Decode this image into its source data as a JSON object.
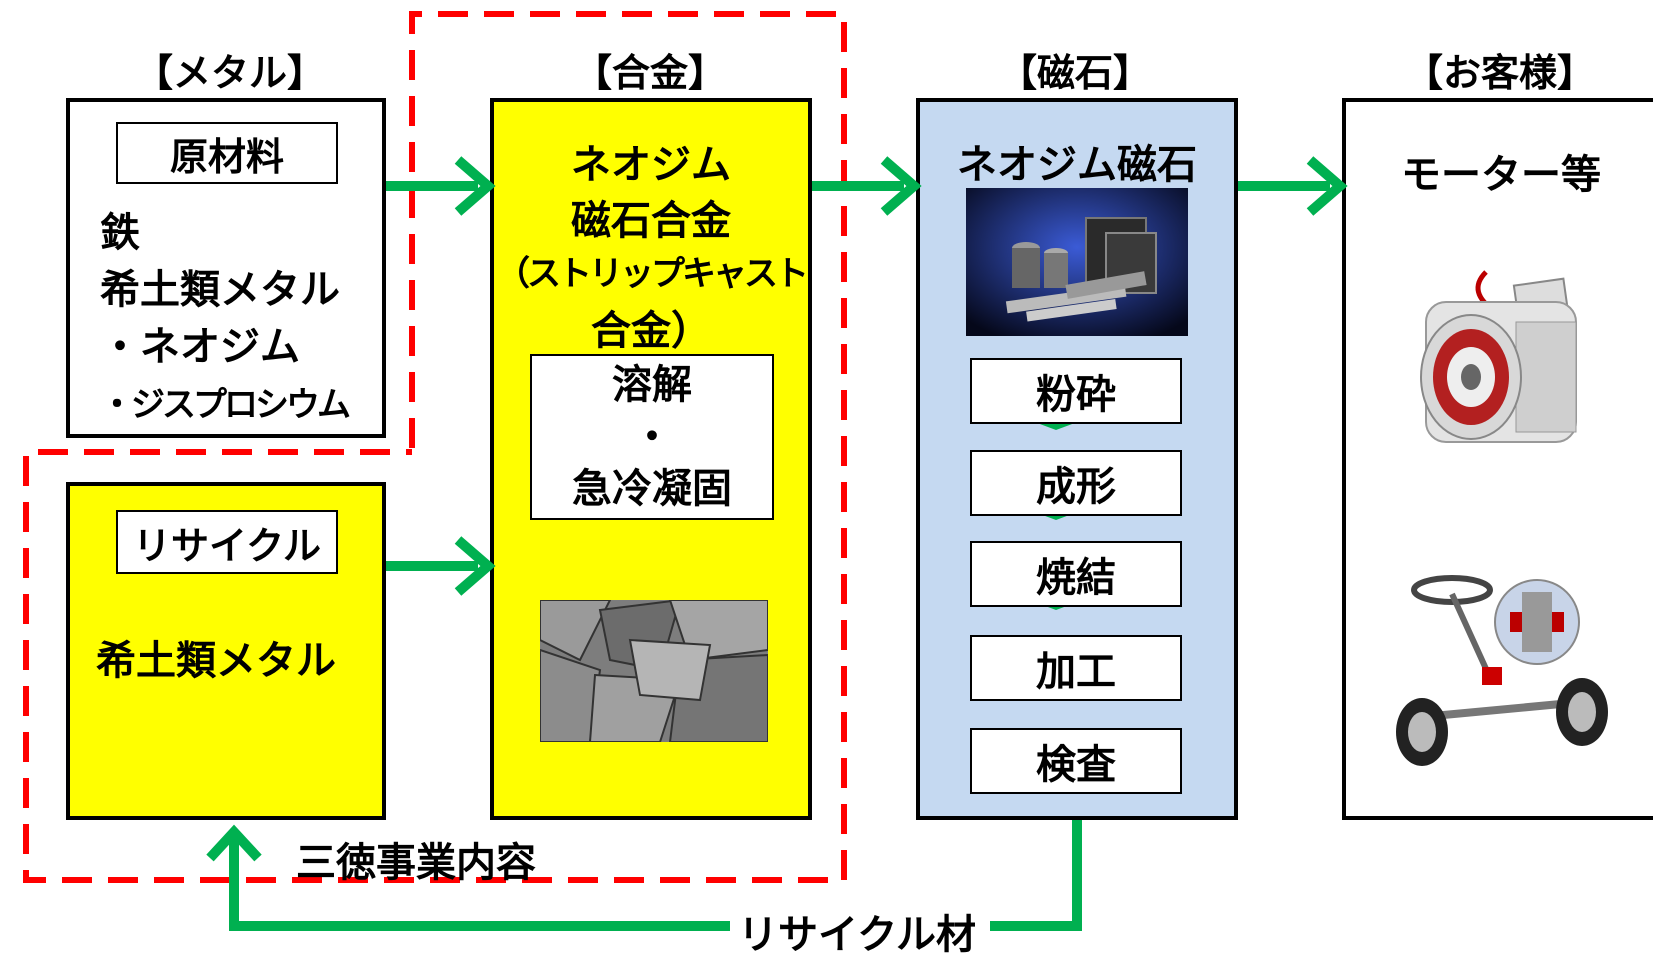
{
  "headers": {
    "metal": "【メタル】",
    "alloy": "【合金】",
    "magnet": "【磁石】",
    "customer": "【お客様】"
  },
  "metal_box": {
    "label": "原材料",
    "lines": [
      "鉄",
      "希土類メタル",
      "・ネオジム",
      "・ジスプロシウム"
    ]
  },
  "recycle_box": {
    "label": "リサイクル",
    "content": "希土類メタル"
  },
  "alloy_box": {
    "title_lines": [
      "ネオジム",
      "磁石合金",
      "（ストリップキャスト",
      "合金）"
    ],
    "process_lines": [
      "溶解",
      "・",
      "急冷凝固"
    ],
    "image_icon": "alloy-flakes-photo"
  },
  "magnet_box": {
    "title": "ネオジム磁石",
    "image_icon": "magnets-photo",
    "steps": [
      "粉砕",
      "成形",
      "焼結",
      "加工",
      "検査"
    ]
  },
  "customer_box": {
    "title": "モーター等",
    "images": [
      "motor-photo",
      "steering-photo"
    ]
  },
  "company_scope_label": "三徳事業内容",
  "recycle_material_label": "リサイクル材",
  "colors": {
    "yellow": "#ffff00",
    "light_blue": "#c5d9f1",
    "green_arrow": "#00b050",
    "red_dash": "#ff0000"
  }
}
